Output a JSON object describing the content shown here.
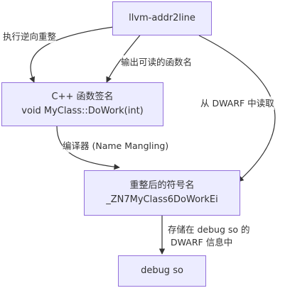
{
  "nodes": {
    "addr2line": {
      "label": "llvm-addr2line"
    },
    "signature": {
      "line1": "C++ 函数签名",
      "line2": "void MyClass::DoWork(int)"
    },
    "mangled": {
      "line1": "重整后的符号名",
      "line2": "_ZN7MyClass6DoWorkEi"
    },
    "debug_so": {
      "label": "debug so"
    }
  },
  "edges": {
    "demangle": "执行逆向重整",
    "output": "输出可读的函数名",
    "read_dwarf": "从 DWARF 中读取",
    "compiler": "编译器 (Name Mangling)",
    "store_line1": "存储在 debug so 的",
    "store_line2": "DWARF 信息中"
  },
  "colors": {
    "node_fill": "#ECECFF",
    "node_border": "#9370DB",
    "edge": "#333333",
    "text": "#333333"
  }
}
